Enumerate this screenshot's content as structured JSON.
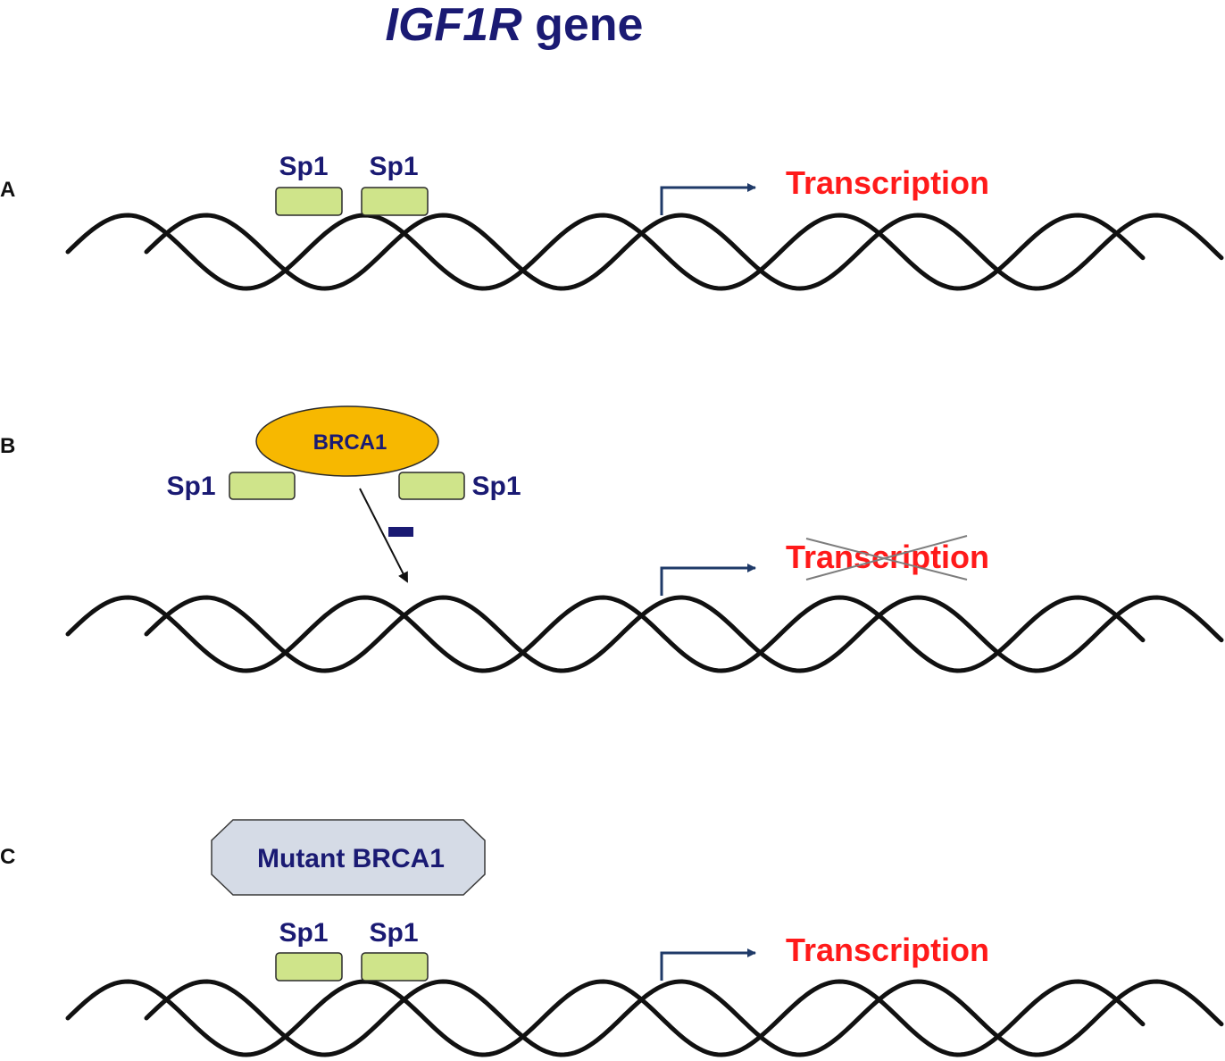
{
  "title": {
    "italic": "IGF1R",
    "rest": " gene"
  },
  "colors": {
    "title": "#1a1a73",
    "label": "#1a1a73",
    "transcription": "#ff1a1a",
    "sp1_fill": "#cfe48a",
    "brca1_fill": "#f7b800",
    "mutant_fill": "#d5dbe6",
    "promoter_arrow": "#1f3a68",
    "dna": "#111111"
  },
  "panels": {
    "a": {
      "letter": "A",
      "sp1_left": "Sp1",
      "sp1_right": "Sp1",
      "transcription": "Transcription"
    },
    "b": {
      "letter": "B",
      "sp1_left": "Sp1",
      "sp1_right": "Sp1",
      "brca1": "BRCA1",
      "transcription": "Transcription",
      "transcription_crossed_out": true,
      "inhibition_sign": "minus"
    },
    "c": {
      "letter": "C",
      "sp1_left": "Sp1",
      "sp1_right": "Sp1",
      "mutant": "Mutant BRCA1",
      "transcription": "Transcription"
    }
  }
}
